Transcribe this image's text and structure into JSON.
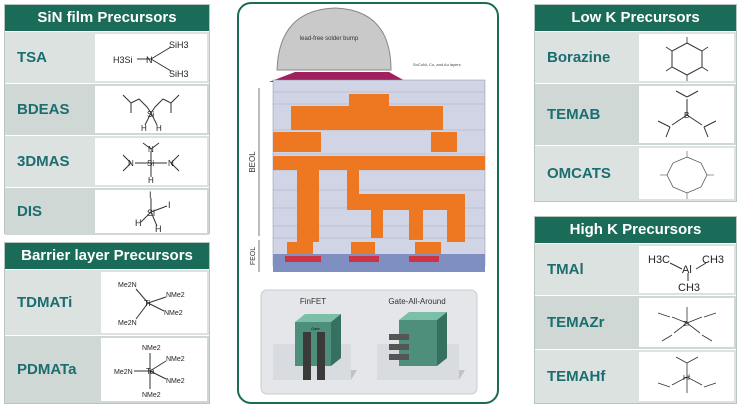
{
  "sin": {
    "title": "SiN film Precursors",
    "rows": [
      {
        "label": "TSA"
      },
      {
        "label": "BDEAS"
      },
      {
        "label": "3DMAS"
      },
      {
        "label": "DIS"
      }
    ]
  },
  "barrier": {
    "title": "Barrier layer Precursors",
    "rows": [
      {
        "label": "TDMATi"
      },
      {
        "label": "PDMATa"
      }
    ]
  },
  "lowk": {
    "title": "Low K Precursors",
    "rows": [
      {
        "label": "Borazine"
      },
      {
        "label": "TEMAB"
      },
      {
        "label": "OMCATS"
      }
    ]
  },
  "highk": {
    "title": "High K Precursors",
    "rows": [
      {
        "label": "TMAl"
      },
      {
        "label": "TEMAZr"
      },
      {
        "label": "TEMAHf"
      }
    ]
  },
  "diagram": {
    "bump": "lead-free solder bump",
    "bump_note": "SnCuNi, Cu, and Au layers",
    "beol": "BEOL",
    "feol": "FEOL",
    "finfet": "FinFET",
    "gaa": "Gate-All-Around",
    "gate": "Gate"
  },
  "formulas": {
    "tsa": {
      "sih3": "SiH3",
      "h3si": "H3Si",
      "n": "N"
    },
    "tmal": {
      "h3c": "H3C",
      "al": "Al",
      "ch3": "CH3"
    },
    "medium": {
      "me2n": "Me2N",
      "nme2": "NMe2",
      "ti": "Ti",
      "ta": "Ta"
    },
    "dis": {
      "si": "Si",
      "h": "H",
      "i": "I"
    }
  }
}
